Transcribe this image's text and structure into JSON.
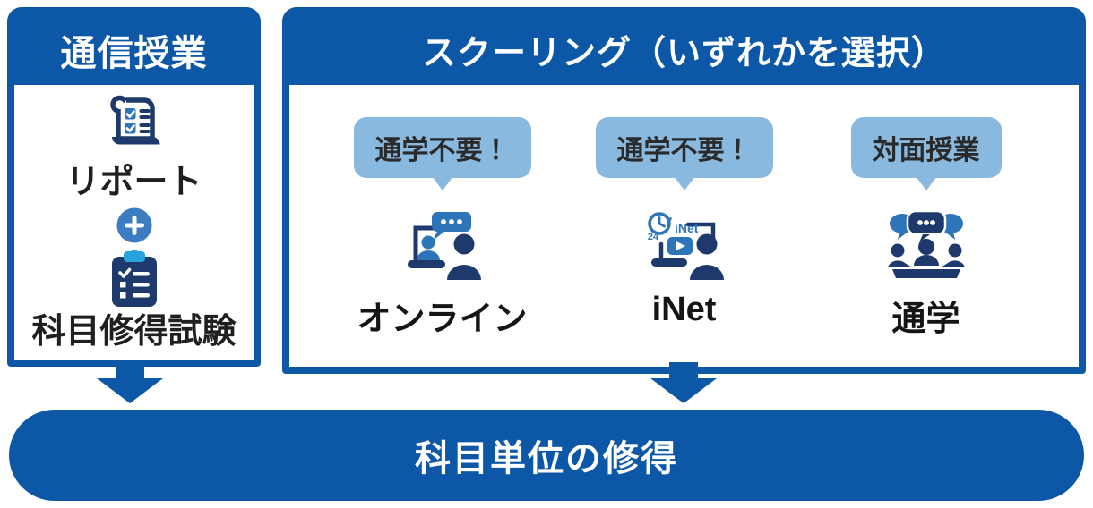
{
  "colors": {
    "primary_blue": "#0c57a6",
    "navy_icon": "#1e3a6d",
    "medium_blue_icon": "#2d74b8",
    "light_blue_bubble": "#8ab9e0",
    "clip_cyan": "#29a3dc",
    "plus_circle_blue": "#3c7dc1",
    "text_dark": "#1e1e1e",
    "white": "#ffffff"
  },
  "correspondence": {
    "title": "通信授業",
    "report_label": "リポート",
    "report_icon": "report-scroll-icon",
    "plus_icon": "plus-icon",
    "exam_label": "科目修得試験",
    "exam_icon": "clipboard-checklist-icon"
  },
  "schooling": {
    "title": "スクーリング（いずれかを選択）",
    "options": [
      {
        "bubble": "通学不要！",
        "label": "オンライン",
        "icon": "online-video-call-icon"
      },
      {
        "bubble": "通学不要！",
        "label": "iNet",
        "icon": "inet-on-demand-icon",
        "icon_text": "iNet",
        "icon_badge": "24"
      },
      {
        "bubble": "対面授業",
        "label": "通学",
        "icon": "group-discussion-icon"
      }
    ]
  },
  "result": {
    "label": "科目単位の修得"
  },
  "arrows": {
    "count": 2,
    "direction": "down"
  }
}
